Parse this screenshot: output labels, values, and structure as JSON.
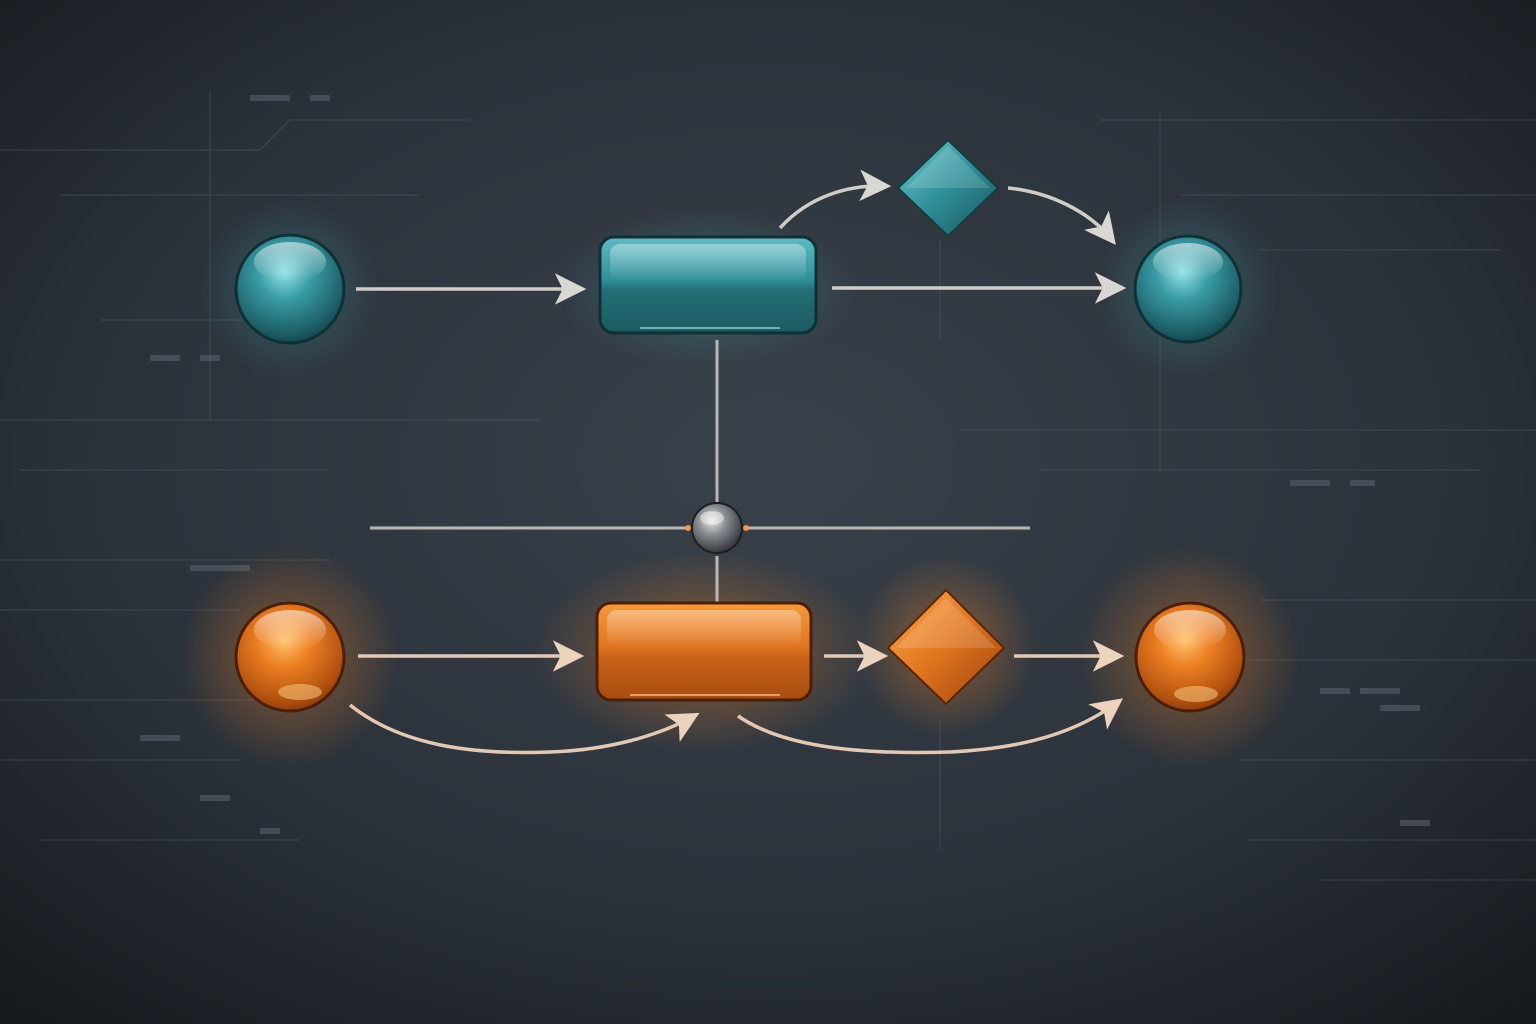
{
  "palette": {
    "background": "#2b3139",
    "background_edge": "#171b20",
    "teal": "#2f8f98",
    "teal_light": "#7fd3da",
    "teal_dark": "#174f57",
    "orange": "#e0741f",
    "orange_light": "#ffb35a",
    "orange_dark": "#8f3b0c",
    "connector": "#c9c6c2",
    "connector_warm": "#e2c2a8",
    "junction": "#8a8d92"
  },
  "top_flow": {
    "color": "teal",
    "nodes": [
      {
        "id": "top-start",
        "kind": "circle"
      },
      {
        "id": "top-process",
        "kind": "rectangle"
      },
      {
        "id": "top-decision",
        "kind": "diamond"
      },
      {
        "id": "top-end",
        "kind": "circle"
      }
    ],
    "edges": [
      {
        "from": "top-start",
        "to": "top-process"
      },
      {
        "from": "top-process",
        "to": "top-end"
      },
      {
        "from": "top-process",
        "to": "top-decision"
      },
      {
        "from": "top-decision",
        "to": "top-end"
      }
    ]
  },
  "bottom_flow": {
    "color": "orange",
    "nodes": [
      {
        "id": "bottom-start",
        "kind": "circle"
      },
      {
        "id": "bottom-process",
        "kind": "rectangle"
      },
      {
        "id": "bottom-decision",
        "kind": "diamond"
      },
      {
        "id": "bottom-end",
        "kind": "circle"
      }
    ],
    "edges": [
      {
        "from": "bottom-start",
        "to": "bottom-process"
      },
      {
        "from": "bottom-process",
        "to": "bottom-decision"
      },
      {
        "from": "bottom-decision",
        "to": "bottom-end"
      },
      {
        "from": "bottom-start",
        "to": "bottom-process"
      },
      {
        "from": "bottom-process",
        "to": "bottom-end"
      }
    ]
  },
  "junction": {
    "kind": "sphere",
    "links": [
      "top-process",
      "bottom-process"
    ]
  }
}
